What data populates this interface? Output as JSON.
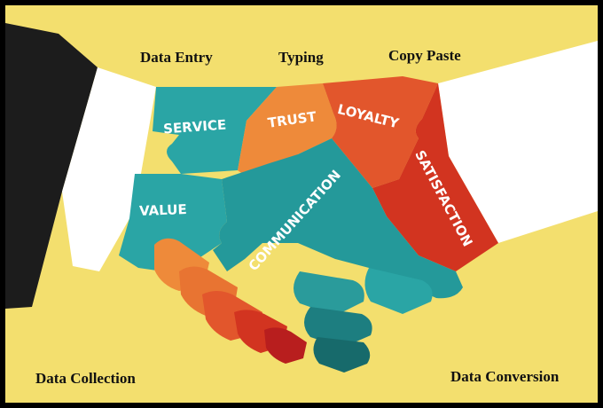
{
  "captions": {
    "top_left": "Data Entry",
    "top_center": "Typing",
    "top_right": "Copy Paste",
    "bottom_left": "Data Collection",
    "bottom_right": "Data Conversion"
  },
  "puzzle_labels": {
    "service": "SERVICE",
    "trust": "TRUST",
    "loyalty": "LOYALTY",
    "satisfaction": "SATISFACTION",
    "value": "VALUE",
    "communication": "COMMUNICATION"
  },
  "colors": {
    "background": "#f3df6e",
    "frame": "#000000",
    "teal": "#2aa5a5",
    "dark_teal": "#1d7e80",
    "orange": "#ee8a3a",
    "dark_orange": "#e2562c",
    "red": "#d23420",
    "dark_red": "#b81e1e",
    "sleeve_dark": "#1c1c1c",
    "cuff_white": "#ffffff"
  }
}
